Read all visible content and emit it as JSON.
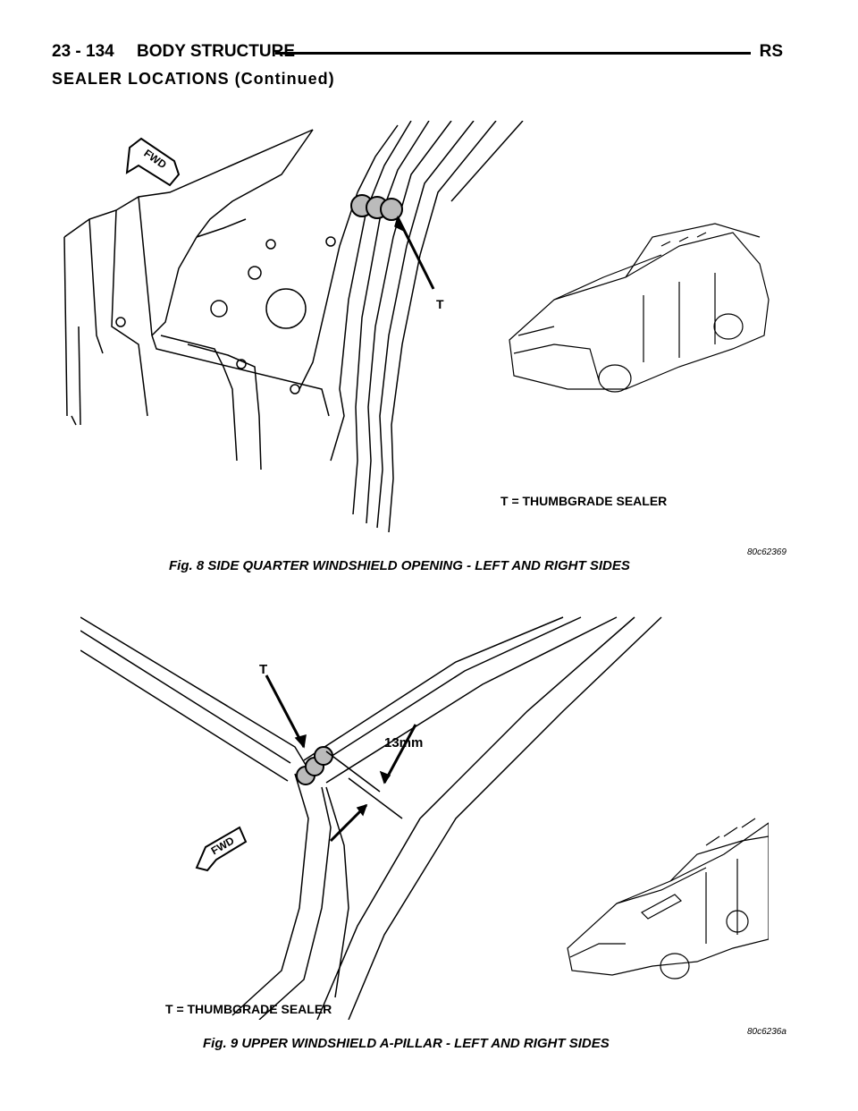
{
  "header": {
    "page_number": "23 - 134",
    "section": "BODY STRUCTURE",
    "code": "RS"
  },
  "subheader": "SEALER LOCATIONS (Continued)",
  "figures": [
    {
      "callout": "T",
      "direction_label": "FWD",
      "legend": "T = THUMBGRADE SEALER",
      "image_code": "80c62369",
      "caption": "Fig. 8 SIDE QUARTER WINDSHIELD OPENING - LEFT AND RIGHT SIDES"
    },
    {
      "callout": "T",
      "dimension": "13mm",
      "direction_label": "FWD",
      "legend": "T = THUMBGRADE SEALER",
      "image_code": "80c6236a",
      "caption": "Fig. 9 UPPER WINDSHIELD A-PILLAR - LEFT AND RIGHT SIDES"
    }
  ]
}
